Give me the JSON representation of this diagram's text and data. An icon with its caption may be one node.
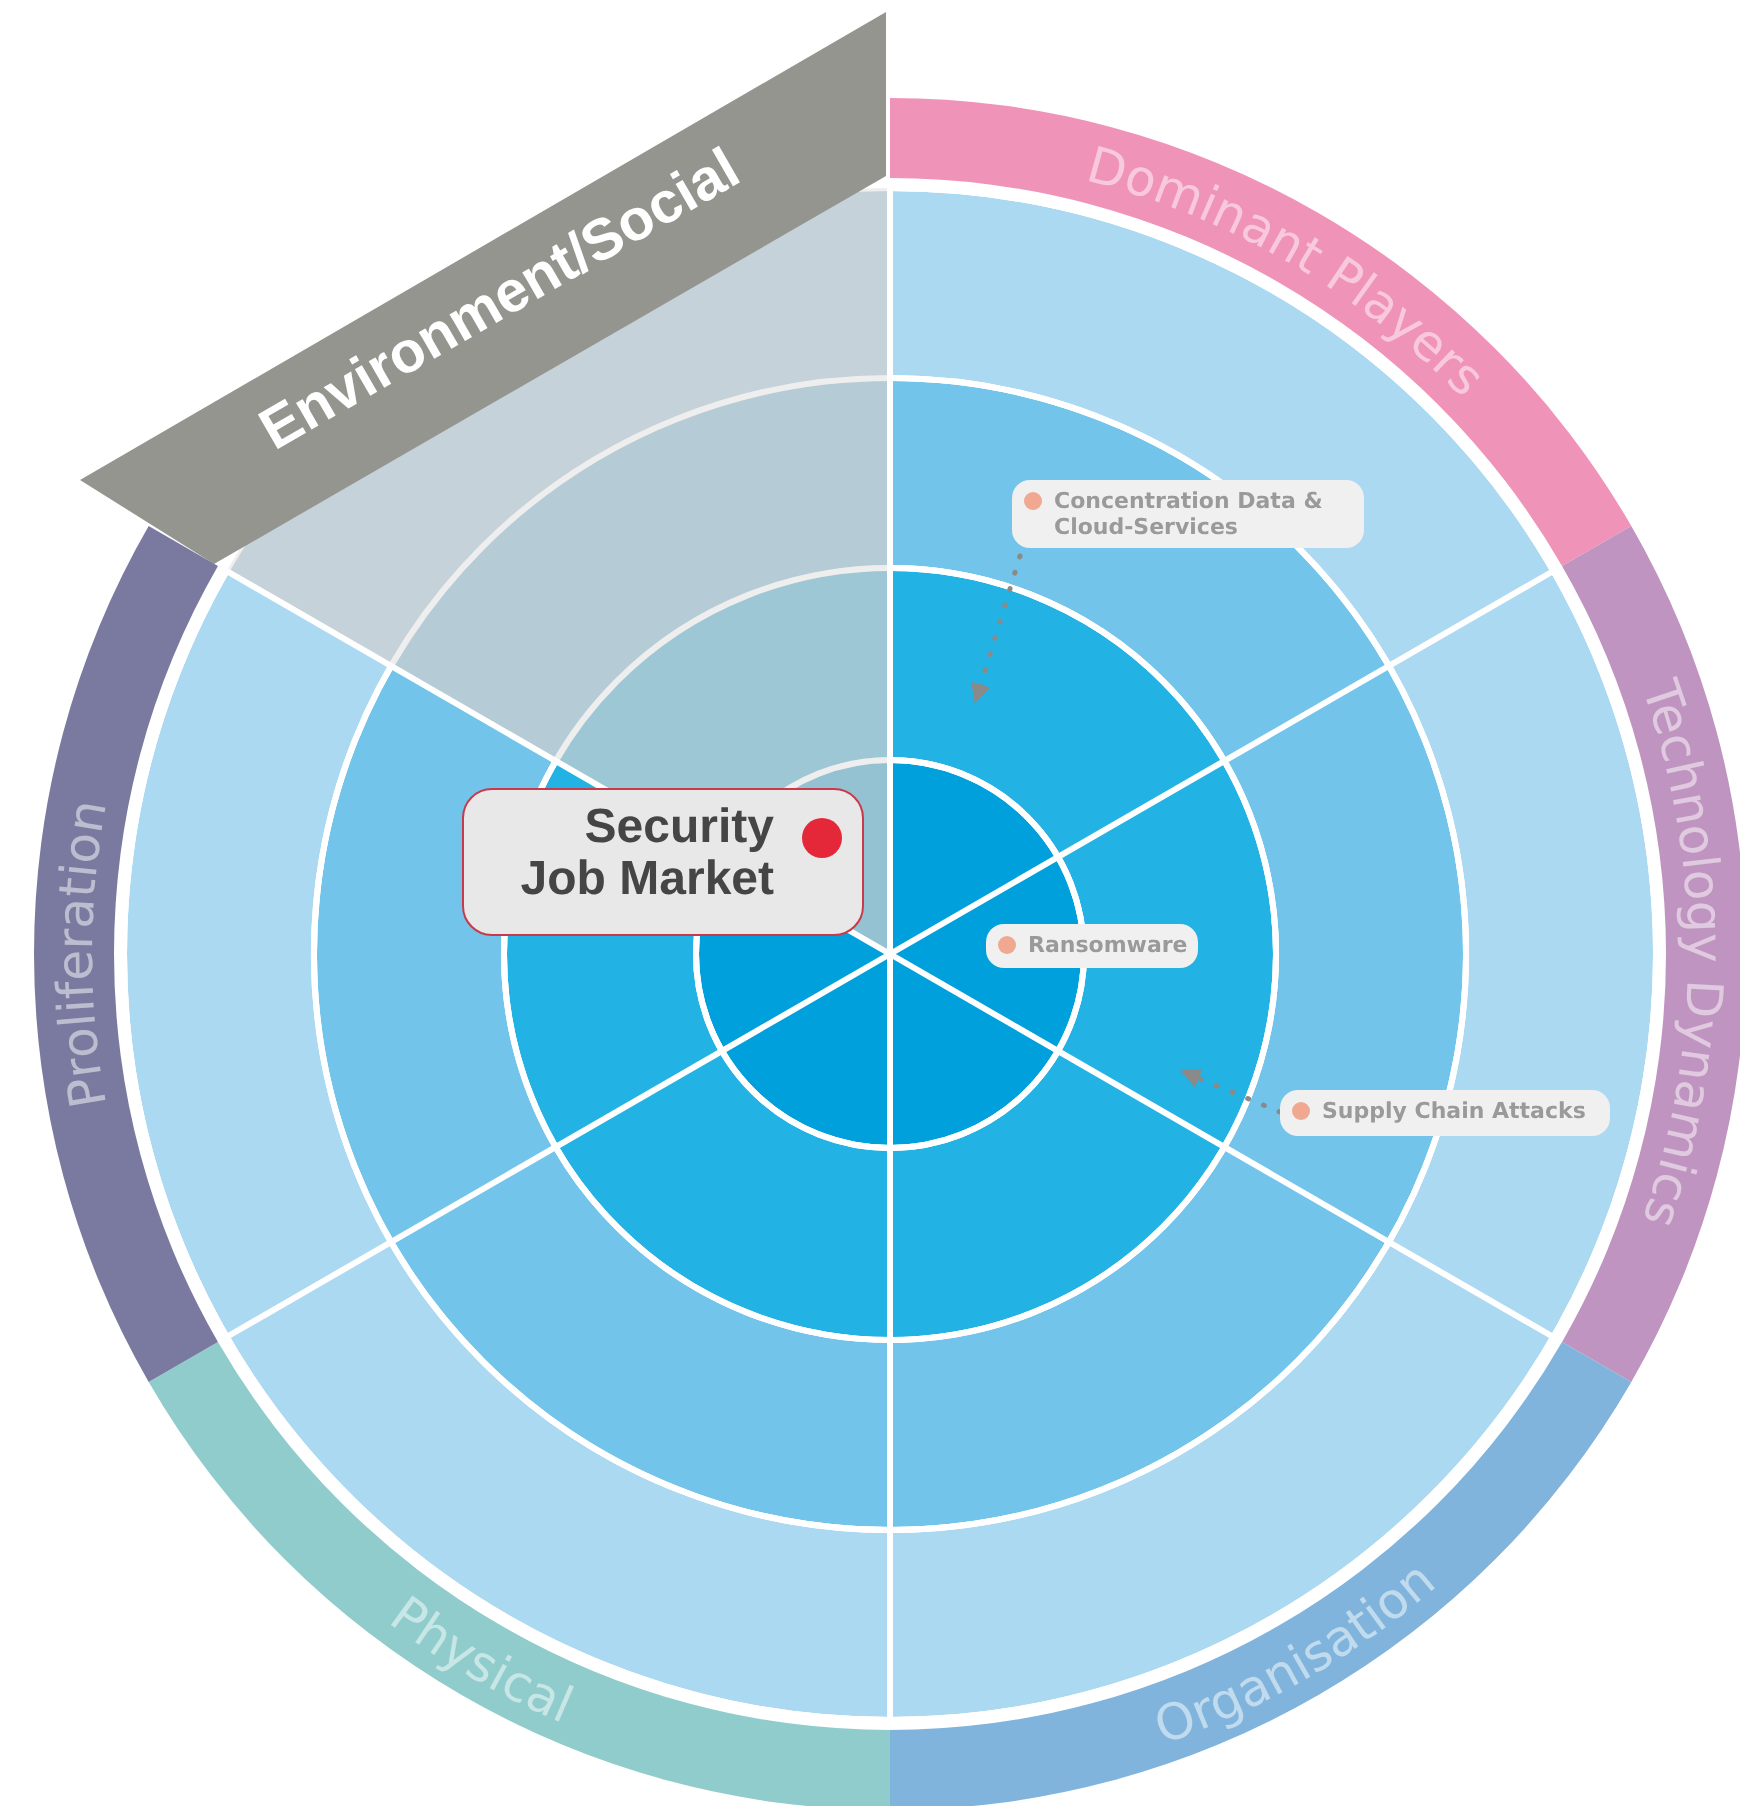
{
  "diagram": {
    "nodes": [
      {
        "text": [
          "Environment/Social"
        ]
      },
      {
        "text": [
          "Dominant Players"
        ]
      },
      {
        "text": [
          "Technology Dynamics"
        ]
      },
      {
        "text": [
          "Organisation"
        ]
      },
      {
        "text": [
          "Physical"
        ]
      },
      {
        "text": [
          "Proliferation"
        ]
      },
      {
        "text": [
          "Security Job Market"
        ]
      },
      {
        "text": [
          "Concentration Data & Cloud-Services"
        ]
      },
      {
        "text": [
          "Ransomware"
        ]
      },
      {
        "text": [
          "Supply Chain Attacks"
        ]
      }
    ],
    "edges": [
      {
        "from": 7,
        "to": null,
        "arrow": "to",
        "style": "dashed"
      },
      {
        "from": 9,
        "to": null,
        "arrow": "to",
        "style": "dashed"
      }
    ]
  }
}
